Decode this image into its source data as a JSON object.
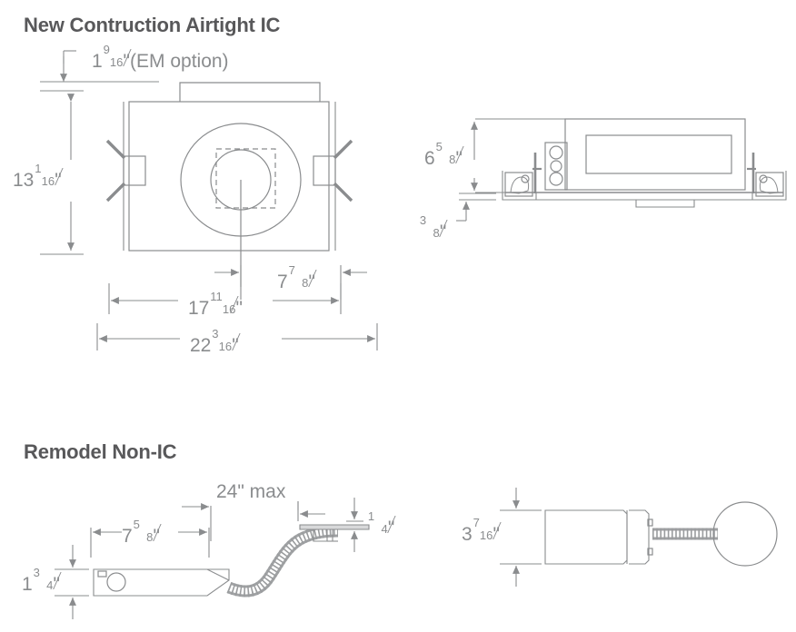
{
  "page": {
    "background": "#ffffff",
    "line_color": "#8a8c8e",
    "heading_color": "#58585a",
    "dim_text_color": "#8a8c8e"
  },
  "sections": [
    {
      "id": "new-construction",
      "heading": "New Contruction Airtight IC",
      "views": [
        "plan-view",
        "section-view"
      ]
    },
    {
      "id": "remodel",
      "heading": "Remodel Non-IC",
      "views": [
        "elevation-view",
        "end-view"
      ]
    }
  ],
  "headings": {
    "new_construction": "New Contruction Airtight IC",
    "remodel": "Remodel Non-IC"
  },
  "dimensions": {
    "em_option": {
      "label": "1⁹⁄₁₆\"(EM option)",
      "whole": "1",
      "numerator": "9",
      "denominator": "16",
      "unit": "\"",
      "suffix": "(EM option)"
    },
    "housing_height": {
      "label": "13¹⁄₁₆\"",
      "whole": "13",
      "numerator": "1",
      "denominator": "16",
      "unit": "\""
    },
    "center_to_edge": {
      "label": "7⁷⁄₈\"",
      "whole": "7",
      "numerator": "7",
      "denominator": "8",
      "unit": "\""
    },
    "housing_width": {
      "label": "17¹¹⁄₁₆\"",
      "whole": "17",
      "numerator": "11",
      "denominator": "16",
      "unit": "\""
    },
    "overall_width": {
      "label": "22³⁄₁₆\"",
      "whole": "22",
      "numerator": "3",
      "denominator": "16",
      "unit": "\""
    },
    "section_height": {
      "label": "6⁵⁄₈\"",
      "whole": "6",
      "numerator": "5",
      "denominator": "8",
      "unit": "\""
    },
    "section_lip": {
      "label": "3⁄₈\"",
      "whole": "",
      "numerator": "3",
      "denominator": "8",
      "unit": "\""
    },
    "flex_max": {
      "label": "24\" max",
      "whole": "24",
      "numerator": "",
      "denominator": "",
      "unit": "\"",
      "suffix": " max"
    },
    "remodel_body_length": {
      "label": "7⁵⁄₈\"",
      "whole": "7",
      "numerator": "5",
      "denominator": "8",
      "unit": "\""
    },
    "trim_thickness": {
      "label": "1⁄₄\"",
      "whole": "",
      "numerator": "1",
      "denominator": "4",
      "unit": "\""
    },
    "remodel_body_height": {
      "label": "1³⁄₄\"",
      "whole": "1",
      "numerator": "3",
      "denominator": "4",
      "unit": "\""
    },
    "end_view_diameter": {
      "label": "3⁷⁄₁₆\"",
      "whole": "3",
      "numerator": "7",
      "denominator": "16",
      "unit": "\""
    }
  }
}
